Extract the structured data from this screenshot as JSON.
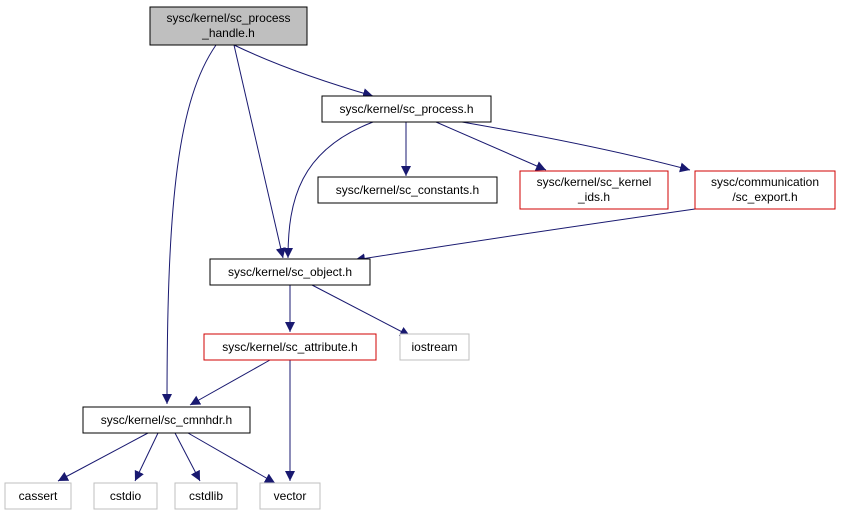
{
  "colors": {
    "edge": "#191970",
    "border_normal": "#000000",
    "border_incomplete": "#d10000",
    "border_external": "#bfbfbf",
    "fill_root": "#bfbfbf",
    "fill_normal": "#ffffff"
  },
  "nodes": {
    "process_handle": {
      "lines": [
        "sysc/kernel/sc_process",
        "_handle.h"
      ],
      "kind": "root"
    },
    "process": {
      "lines": [
        "sysc/kernel/sc_process.h"
      ],
      "kind": "normal"
    },
    "constants": {
      "lines": [
        "sysc/kernel/sc_constants.h"
      ],
      "kind": "normal"
    },
    "kernel_ids": {
      "lines": [
        "sysc/kernel/sc_kernel",
        "_ids.h"
      ],
      "kind": "incomplete"
    },
    "sc_export": {
      "lines": [
        "sysc/communication",
        "/sc_export.h"
      ],
      "kind": "incomplete"
    },
    "sc_object": {
      "lines": [
        "sysc/kernel/sc_object.h"
      ],
      "kind": "normal"
    },
    "sc_attribute": {
      "lines": [
        "sysc/kernel/sc_attribute.h"
      ],
      "kind": "incomplete"
    },
    "iostream": {
      "lines": [
        "iostream"
      ],
      "kind": "external"
    },
    "cmnhdr": {
      "lines": [
        "sysc/kernel/sc_cmnhdr.h"
      ],
      "kind": "normal"
    },
    "cassert": {
      "lines": [
        "cassert"
      ],
      "kind": "external"
    },
    "cstdio": {
      "lines": [
        "cstdio"
      ],
      "kind": "external"
    },
    "cstdlib": {
      "lines": [
        "cstdlib"
      ],
      "kind": "external"
    },
    "vector": {
      "lines": [
        "vector"
      ],
      "kind": "external"
    }
  },
  "edges": [
    [
      "process_handle",
      "process"
    ],
    [
      "process_handle",
      "sc_object"
    ],
    [
      "process_handle",
      "cmnhdr"
    ],
    [
      "process",
      "constants"
    ],
    [
      "process",
      "kernel_ids"
    ],
    [
      "process",
      "sc_export"
    ],
    [
      "process",
      "sc_object"
    ],
    [
      "sc_export",
      "sc_object"
    ],
    [
      "sc_object",
      "sc_attribute"
    ],
    [
      "sc_object",
      "iostream"
    ],
    [
      "sc_attribute",
      "cmnhdr"
    ],
    [
      "sc_attribute",
      "vector"
    ],
    [
      "cmnhdr",
      "cassert"
    ],
    [
      "cmnhdr",
      "cstdio"
    ],
    [
      "cmnhdr",
      "cstdlib"
    ],
    [
      "cmnhdr",
      "vector"
    ]
  ]
}
